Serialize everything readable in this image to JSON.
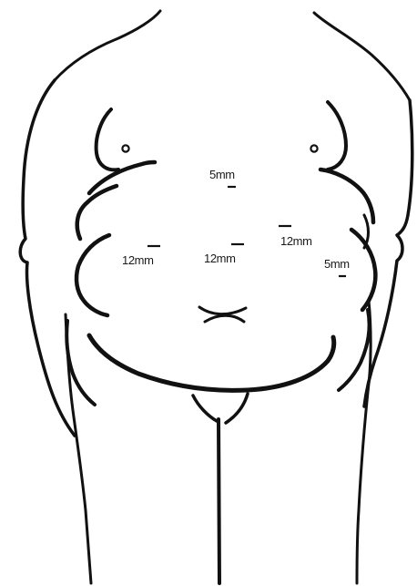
{
  "figure": {
    "colors": {
      "ink": "#111111",
      "label": "#1a1a1a",
      "background": "#ffffff"
    },
    "ports": [
      {
        "id": "port-upper-midline",
        "size": "5mm"
      },
      {
        "id": "port-left-lateral",
        "size": "12mm"
      },
      {
        "id": "port-central",
        "size": "12mm"
      },
      {
        "id": "port-right-upper",
        "size": "12mm"
      },
      {
        "id": "port-right-lateral",
        "size": "5mm"
      }
    ]
  }
}
